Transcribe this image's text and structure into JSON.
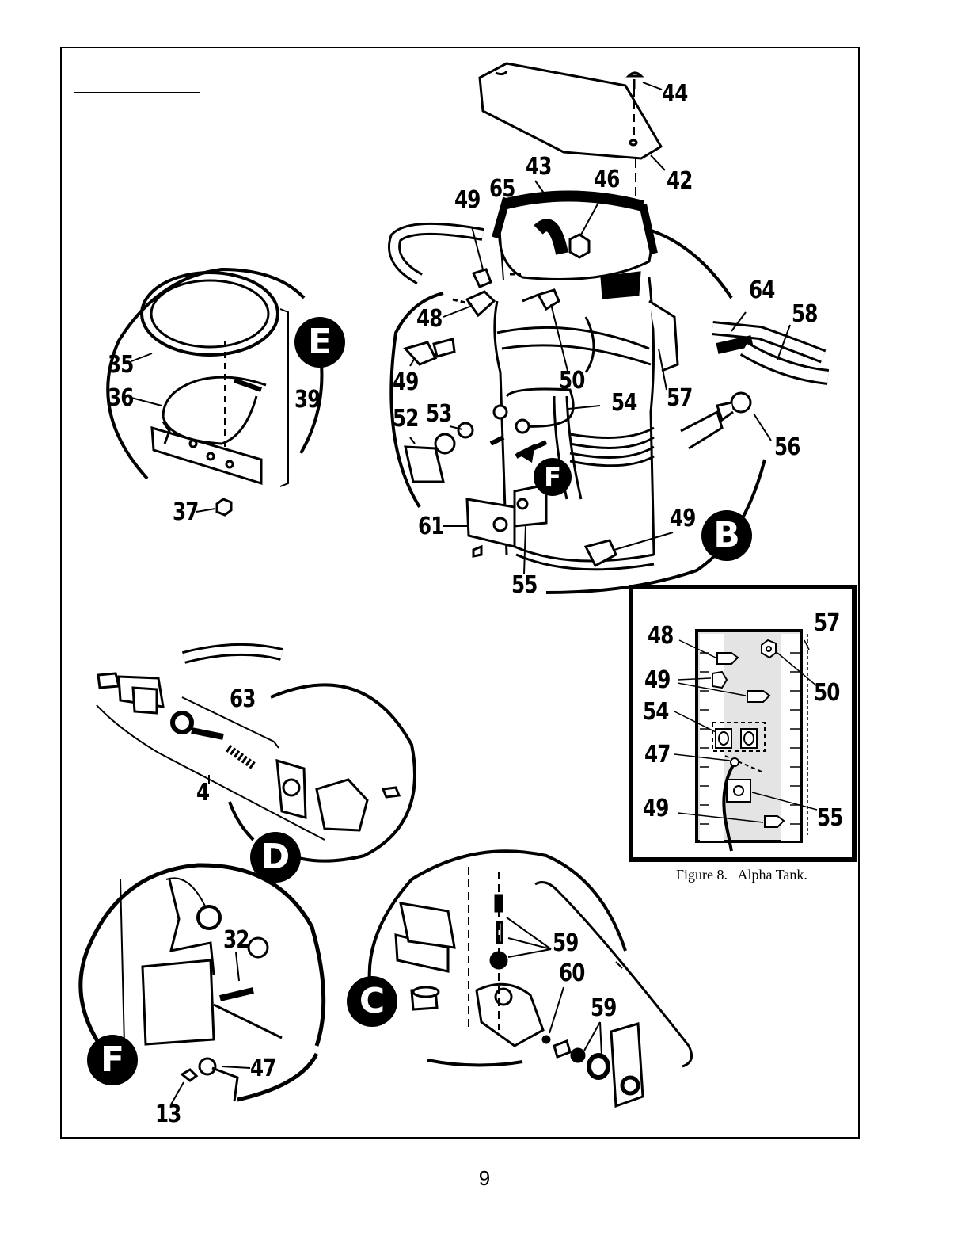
{
  "figure": {
    "caption": "Figure 8.   Alpha Tank.",
    "page_number": "9"
  },
  "detail_views": {
    "B": "B",
    "C": "C",
    "D": "D",
    "E": "E",
    "F": "F",
    "F_pointer": "F"
  },
  "main_callouts": {
    "p44": "44",
    "p42": "42",
    "p43": "43",
    "p46": "46",
    "p49a": "49",
    "p65": "65",
    "p48": "48",
    "p49b": "49",
    "p50": "50",
    "p54": "54",
    "p57": "57",
    "p52": "52",
    "p53": "53",
    "p64": "64",
    "p58": "58",
    "p56": "56",
    "p61": "61",
    "p55": "55",
    "p49c": "49"
  },
  "detail_E": {
    "p35": "35",
    "p36": "36",
    "p39": "39",
    "p37": "37"
  },
  "detail_D": {
    "p63": "63",
    "p4": "4"
  },
  "detail_F": {
    "p32": "32",
    "p47": "47",
    "p13": "13"
  },
  "detail_C": {
    "p59a": "59",
    "p60": "60",
    "p59b": "59"
  },
  "inset": {
    "p48": "48",
    "p57": "57",
    "p49a": "49",
    "p50": "50",
    "p54": "54",
    "p47": "47",
    "p49b": "49",
    "p55": "55"
  }
}
